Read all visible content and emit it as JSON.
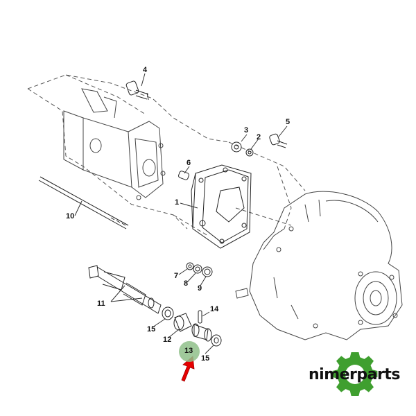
{
  "callouts": {
    "c1": "1",
    "c2": "2",
    "c3": "3",
    "c4": "4",
    "c5": "5",
    "c6": "6",
    "c7": "7",
    "c8": "8",
    "c9": "9",
    "c10": "10",
    "c11": "11",
    "c12": "12",
    "c13": "13",
    "c14": "14",
    "c15a": "15",
    "c15b": "15"
  },
  "highlighted_callout": "13",
  "logo": {
    "text": "nimerparts"
  },
  "colors": {
    "line": "#222222",
    "dash": "#555555",
    "highlight": "#8fbf8a",
    "arrow": "#e60000",
    "gear": "#3f9f2f"
  },
  "icons": [
    "gear-icon",
    "red-arrow-icon"
  ]
}
